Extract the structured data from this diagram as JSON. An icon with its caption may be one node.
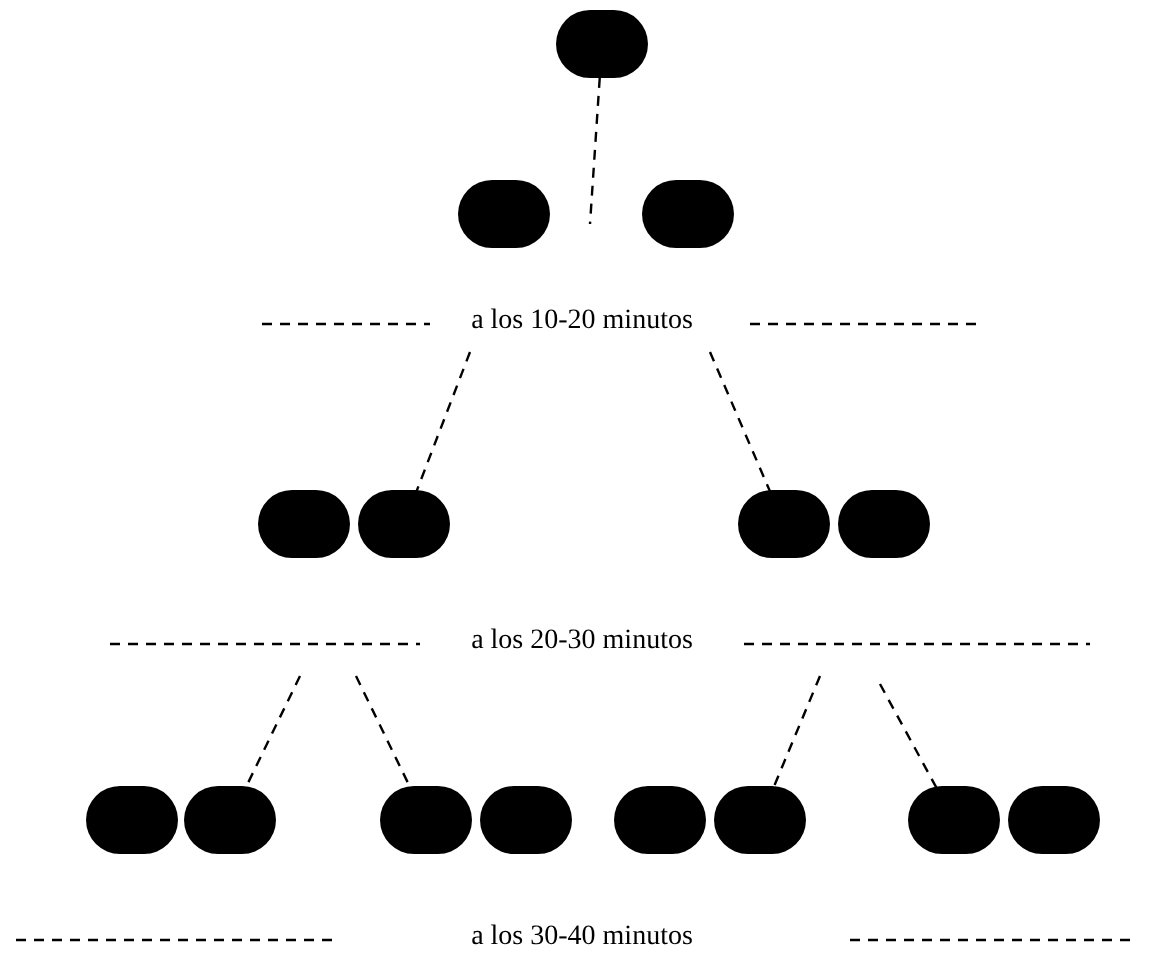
{
  "diagram": {
    "nodes": [
      {
        "text": [],
        "shape": "circle"
      },
      {
        "text": [],
        "shape": "circle"
      },
      {
        "text": [],
        "shape": "circle"
      },
      {
        "text": [],
        "shape": "circle"
      },
      {
        "text": [],
        "shape": "circle"
      },
      {
        "text": [],
        "shape": "circle"
      },
      {
        "text": [],
        "shape": "circle"
      },
      {
        "text": [],
        "shape": "circle"
      },
      {
        "text": [],
        "shape": "circle"
      },
      {
        "text": [],
        "shape": "circle"
      },
      {
        "text": [],
        "shape": "circle"
      },
      {
        "text": [],
        "shape": "circle"
      },
      {
        "text": [],
        "shape": "circle"
      },
      {
        "text": [],
        "shape": "circle"
      },
      {
        "text": [],
        "shape": "circle"
      }
    ],
    "edges": [
      {
        "from": 0,
        "to": null,
        "arrow": "none",
        "style": "dashed"
      },
      {
        "from": null,
        "to": 4,
        "arrow": "none",
        "style": "dashed"
      },
      {
        "from": null,
        "to": 5,
        "arrow": "none",
        "style": "dashed"
      },
      {
        "from": null,
        "to": 8,
        "arrow": "none",
        "style": "dashed"
      },
      {
        "from": null,
        "to": 9,
        "arrow": "none",
        "style": "dashed"
      },
      {
        "from": null,
        "to": 12,
        "arrow": "none",
        "style": "dashed"
      },
      {
        "from": null,
        "to": 13,
        "arrow": "none",
        "style": "dashed"
      }
    ],
    "labels": [
      "a los 10-20 minutos",
      "a los 20-30 minutos",
      "a los 30-40 minutos"
    ]
  }
}
